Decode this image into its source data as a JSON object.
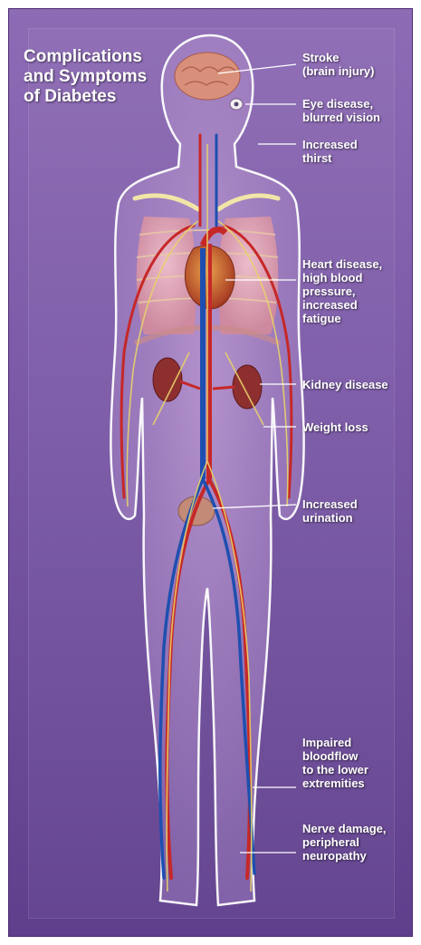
{
  "title": {
    "lines": [
      "Complications",
      "and Symptoms",
      "of Diabetes"
    ]
  },
  "labels": [
    {
      "lines": [
        "Stroke",
        "(brain injury)"
      ]
    },
    {
      "lines": [
        "Eye disease,",
        "blurred vision"
      ]
    },
    {
      "lines": [
        "Increased",
        "thirst"
      ]
    },
    {
      "lines": [
        "Heart disease,",
        "high blood",
        "pressure,",
        "increased",
        "fatigue"
      ]
    },
    {
      "lines": [
        "Kidney disease"
      ]
    },
    {
      "lines": [
        "Weight loss"
      ]
    },
    {
      "lines": [
        "Increased",
        "urination"
      ]
    },
    {
      "lines": [
        "Impaired",
        "bloodflow",
        "to the lower",
        "extremities"
      ]
    },
    {
      "lines": [
        "Nerve damage,",
        "peripheral",
        "neuropathy"
      ]
    }
  ],
  "colors": {
    "background": "#7a58a6",
    "body_outline": "#ffffff",
    "artery": "#c62828",
    "vein": "#1e4fb0",
    "nerve": "#e8d36a",
    "heart": "#b8452a",
    "lung": "#e9a9b7",
    "kidney": "#8e2f2f",
    "brain": "#d9907a"
  }
}
